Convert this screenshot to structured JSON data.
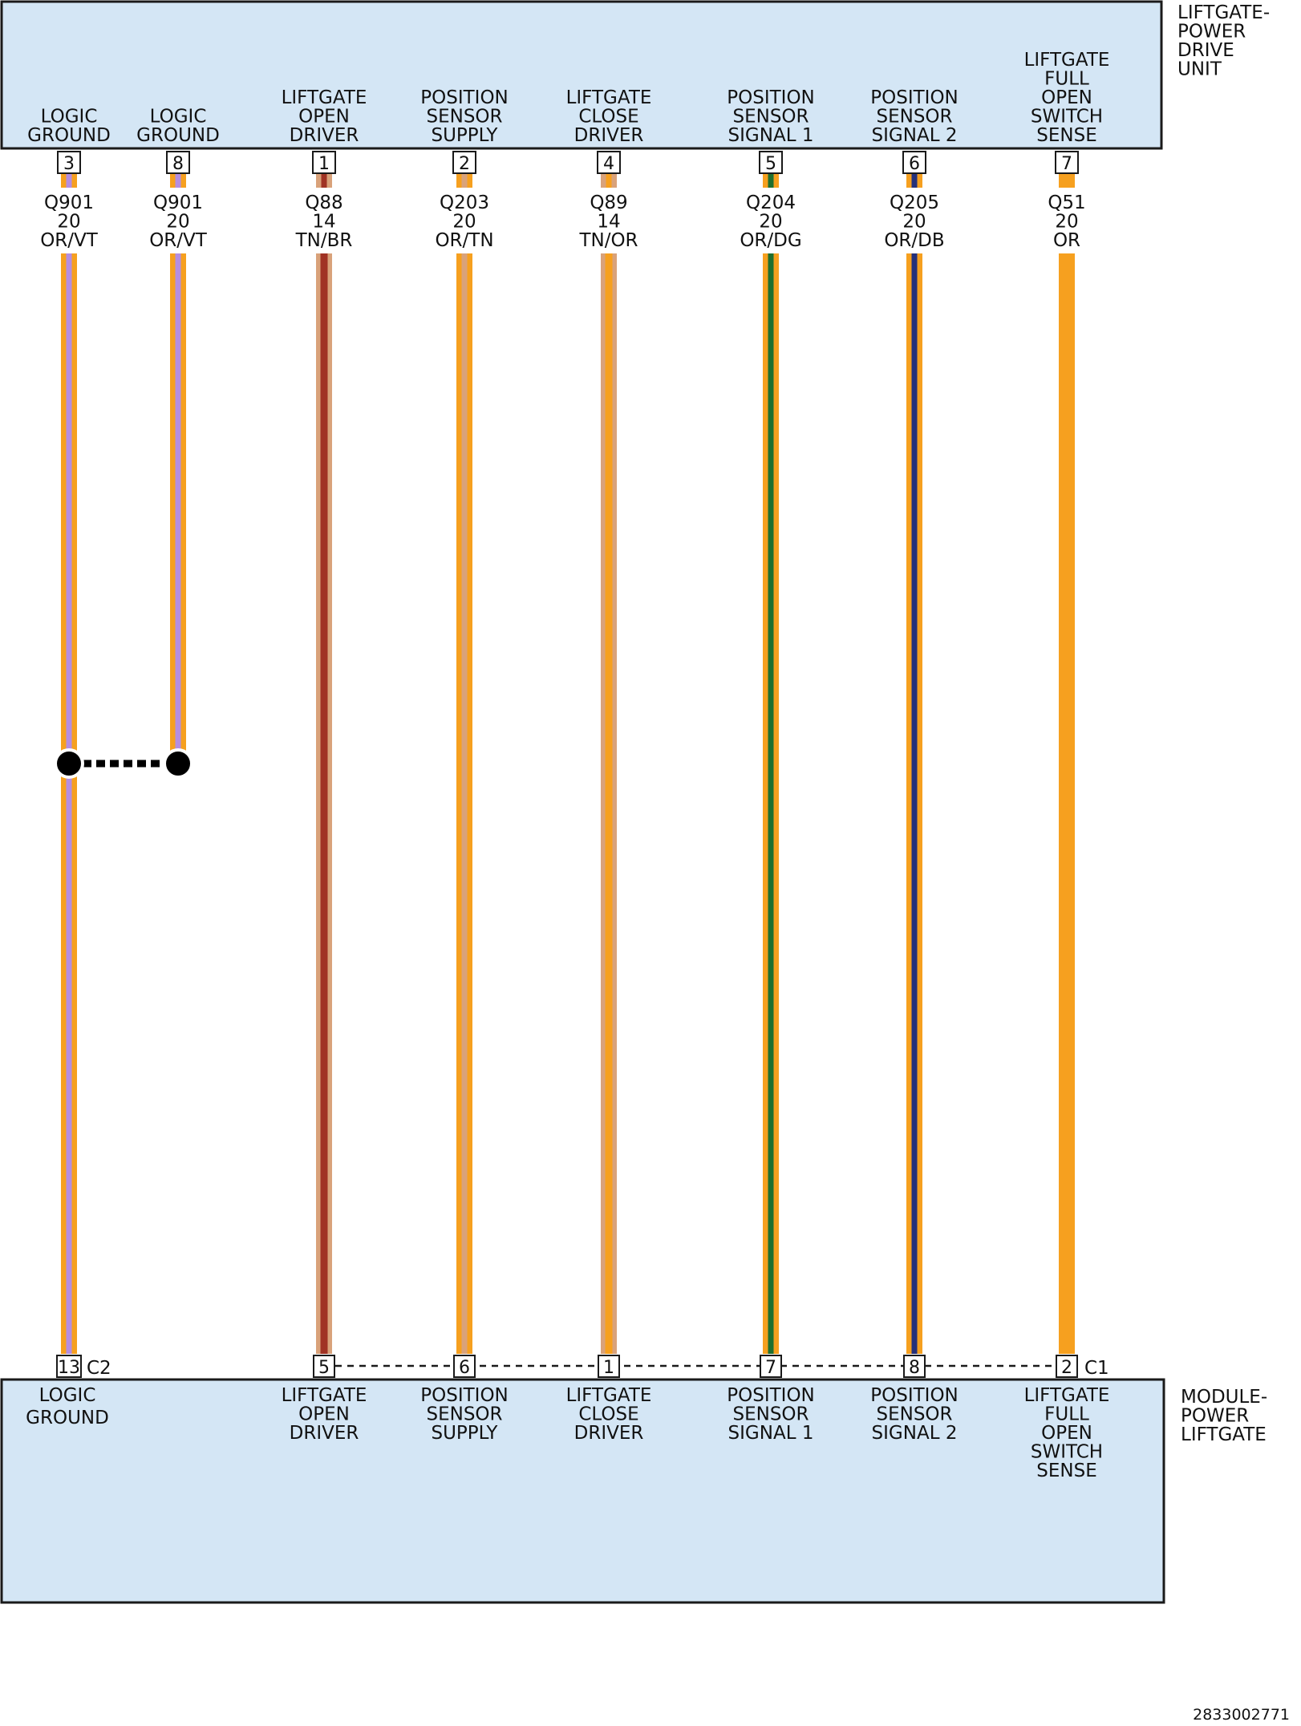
{
  "colors": {
    "box_fill": "#d4e6f5",
    "outline": "#1a1a1a",
    "OR": "#f6a01f",
    "VT": "#b48ee0",
    "TN": "#d9a27a",
    "BR": "#a03224",
    "DG": "#1f6f2f",
    "DB": "#25307a",
    "splice": "#000000"
  },
  "top_component": {
    "name_lines": [
      "LIFTGATE-",
      "POWER",
      "DRIVE",
      "UNIT"
    ],
    "pins": [
      {
        "pin": "3",
        "label": [
          "LOGIC",
          "GROUND"
        ]
      },
      {
        "pin": "8",
        "label": [
          "LOGIC",
          "GROUND"
        ]
      },
      {
        "pin": "1",
        "label": [
          "LIFTGATE",
          "OPEN",
          "DRIVER"
        ]
      },
      {
        "pin": "2",
        "label": [
          "POSITION",
          "SENSOR",
          "SUPPLY"
        ]
      },
      {
        "pin": "4",
        "label": [
          "LIFTGATE",
          "CLOSE",
          "DRIVER"
        ]
      },
      {
        "pin": "5",
        "label": [
          "POSITION",
          "SENSOR",
          "SIGNAL 1"
        ]
      },
      {
        "pin": "6",
        "label": [
          "POSITION",
          "SENSOR",
          "SIGNAL 2"
        ]
      },
      {
        "pin": "7",
        "label": [
          "LIFTGATE",
          "FULL",
          "OPEN",
          "SWITCH",
          "SENSE"
        ]
      }
    ]
  },
  "wires": [
    {
      "circuit": "Q901",
      "gauge": "20",
      "color": "OR/VT",
      "base": "OR",
      "stripe": "VT"
    },
    {
      "circuit": "Q901",
      "gauge": "20",
      "color": "OR/VT",
      "base": "OR",
      "stripe": "VT"
    },
    {
      "circuit": "Q88",
      "gauge": "14",
      "color": "TN/BR",
      "base": "TN",
      "stripe": "BR"
    },
    {
      "circuit": "Q203",
      "gauge": "20",
      "color": "OR/TN",
      "base": "OR",
      "stripe": "TN"
    },
    {
      "circuit": "Q89",
      "gauge": "14",
      "color": "TN/OR",
      "base": "TN",
      "stripe": "OR"
    },
    {
      "circuit": "Q204",
      "gauge": "20",
      "color": "OR/DG",
      "base": "OR",
      "stripe": "DG"
    },
    {
      "circuit": "Q205",
      "gauge": "20",
      "color": "OR/DB",
      "base": "OR",
      "stripe": "DB"
    },
    {
      "circuit": "Q51",
      "gauge": "20",
      "color": "OR",
      "base": "OR",
      "stripe": null
    }
  ],
  "bottom_component": {
    "name_lines": [
      "MODULE-",
      "POWER",
      "LIFTGATE"
    ],
    "connectors": {
      "c2": "C2",
      "c1": "C1"
    },
    "pins": [
      {
        "pin": "13",
        "label": [
          "LOGIC",
          "GROUND"
        ]
      },
      {
        "pin": "5",
        "label": [
          "LIFTGATE",
          "OPEN",
          "DRIVER"
        ]
      },
      {
        "pin": "6",
        "label": [
          "POSITION",
          "SENSOR",
          "SUPPLY"
        ]
      },
      {
        "pin": "1",
        "label": [
          "LIFTGATE",
          "CLOSE",
          "DRIVER"
        ]
      },
      {
        "pin": "7",
        "label": [
          "POSITION",
          "SENSOR",
          "SIGNAL 1"
        ]
      },
      {
        "pin": "8",
        "label": [
          "POSITION",
          "SENSOR",
          "SIGNAL 2"
        ]
      },
      {
        "pin": "2",
        "label": [
          "LIFTGATE",
          "FULL",
          "OPEN",
          "SWITCH",
          "SENSE"
        ]
      }
    ]
  },
  "figure_code": "2833002771"
}
